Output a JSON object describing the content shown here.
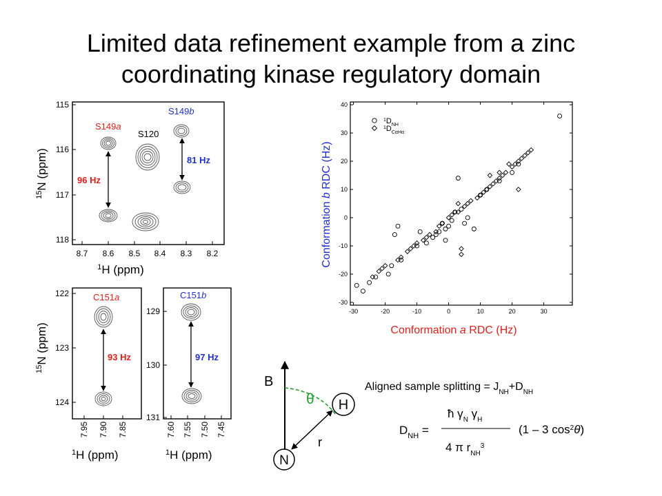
{
  "slide": {
    "title_line1": "Limited data refinement example from a zinc",
    "title_line2": "coordinating kinase regulatory domain"
  },
  "colors": {
    "red": "#e0201b",
    "blue": "#1f2fd0",
    "green": "#1e9e2a",
    "contour": "#555555"
  },
  "spectrum_top": {
    "y_ticks": [
      "115",
      "116",
      "117",
      "118"
    ],
    "x_ticks": [
      "8.7",
      "8.6",
      "8.5",
      "8.4",
      "8.3",
      "8.2"
    ],
    "y_label_sup": "15",
    "y_label_text": "N (ppm)",
    "x_label_sup": "1",
    "x_label_text": "H (ppm)",
    "peak_s149a": "S149",
    "peak_s149a_suffix": "a",
    "peak_s120": "S120",
    "peak_s149b": "S149",
    "peak_s149b_suffix": "b",
    "splitting_red": "96 Hz",
    "splitting_blue": "81 Hz"
  },
  "spectrum_c151a": {
    "y_ticks": [
      "122",
      "123",
      "124"
    ],
    "x_ticks": [
      "7.95",
      "7.90",
      "7.85"
    ],
    "y_label_sup": "15",
    "y_label_text": "N (ppm)",
    "x_label_sup": "1",
    "x_label_text": "H (ppm)",
    "peak": "C151",
    "peak_suffix": "a",
    "splitting": "93 Hz"
  },
  "spectrum_c151b": {
    "y_ticks": [
      "129",
      "130",
      "131"
    ],
    "x_ticks": [
      "7.60",
      "7.55",
      "7.50",
      "7.45"
    ],
    "x_label_sup": "1",
    "x_label_text": "H (ppm)",
    "peak": "C151",
    "peak_suffix": "b",
    "splitting": "97 Hz"
  },
  "rdc_plot": {
    "x_ticks": [
      "-30",
      "-20",
      "-10",
      "0",
      "10",
      "20",
      "30"
    ],
    "y_ticks": [
      "40",
      "30",
      "20",
      "10",
      "0",
      "-10",
      "-20",
      "-30"
    ],
    "xlabel_pre": "Conformation ",
    "xlabel_italic": "a",
    "xlabel_post": " RDC (Hz)",
    "ylabel_pre": "Conformation ",
    "ylabel_italic": "b",
    "ylabel_post": " RDC (Hz)",
    "legend_nh_sup": "1",
    "legend_nh_main": "D",
    "legend_nh_sub": "NH",
    "legend_ca_sup": "1",
    "legend_ca_main": "D",
    "legend_ca_sub": "CαHα"
  },
  "chart_data": {
    "type": "scatter",
    "xlim": [
      -31,
      39
    ],
    "ylim": [
      -31,
      41
    ],
    "grid": false,
    "legend_placement": "top-left",
    "series": [
      {
        "name": "1D NH",
        "marker": "circle",
        "points": [
          [
            -29,
            -24
          ],
          [
            -27,
            -26
          ],
          [
            -25,
            -23
          ],
          [
            -23,
            -21
          ],
          [
            -19,
            -20
          ],
          [
            -18,
            -17
          ],
          [
            -17,
            -6
          ],
          [
            -16,
            -3
          ],
          [
            -15,
            -15
          ],
          [
            -10,
            -10
          ],
          [
            -9,
            -5
          ],
          [
            -7,
            -9
          ],
          [
            -5,
            -7
          ],
          [
            -4,
            -6
          ],
          [
            -3,
            -5
          ],
          [
            -2,
            -2
          ],
          [
            -1,
            -4
          ],
          [
            -1,
            -8
          ],
          [
            0,
            -3
          ],
          [
            1,
            -1
          ],
          [
            2,
            2
          ],
          [
            3,
            14
          ],
          [
            4,
            3
          ],
          [
            5,
            -2
          ],
          [
            6,
            0
          ],
          [
            8,
            -4
          ],
          [
            10,
            8
          ],
          [
            12,
            10
          ],
          [
            16,
            13
          ],
          [
            20,
            16
          ],
          [
            22,
            19
          ],
          [
            35,
            36
          ]
        ]
      },
      {
        "name": "1D CαHα",
        "marker": "diamond",
        "points": [
          [
            -24,
            -21
          ],
          [
            -22,
            -19
          ],
          [
            -21,
            -18
          ],
          [
            -20,
            -17
          ],
          [
            -16,
            -15
          ],
          [
            -15,
            -14
          ],
          [
            -13,
            -12
          ],
          [
            -12,
            -11
          ],
          [
            -11,
            -10
          ],
          [
            -10,
            -9
          ],
          [
            -8,
            -8
          ],
          [
            -7,
            -7
          ],
          [
            -6,
            -6
          ],
          [
            -4,
            -5
          ],
          [
            -3,
            -3
          ],
          [
            -2,
            -2
          ],
          [
            0,
            0
          ],
          [
            1,
            1
          ],
          [
            2,
            2
          ],
          [
            3,
            2
          ],
          [
            4,
            -11
          ],
          [
            4,
            -13
          ],
          [
            5,
            4
          ],
          [
            6,
            5
          ],
          [
            7,
            6
          ],
          [
            9,
            7
          ],
          [
            10,
            8
          ],
          [
            11,
            9
          ],
          [
            12,
            10
          ],
          [
            13,
            11
          ],
          [
            14,
            12
          ],
          [
            15,
            13
          ],
          [
            16,
            14
          ],
          [
            17,
            15
          ],
          [
            18,
            16
          ],
          [
            20,
            18
          ],
          [
            21,
            19
          ],
          [
            22,
            20
          ],
          [
            23,
            21
          ],
          [
            24,
            22
          ],
          [
            25,
            23
          ],
          [
            26,
            24
          ],
          [
            22,
            10
          ],
          [
            19,
            19
          ],
          [
            16,
            16
          ],
          [
            13,
            15
          ],
          [
            3,
            5
          ]
        ]
      }
    ]
  },
  "diagram": {
    "b_label": "B",
    "theta_label": "θ",
    "h_label": "H",
    "n_label": "N",
    "r_label": "r"
  },
  "equations": {
    "aligned_pre": "Aligned sample splitting = J",
    "aligned_sub1": "NH",
    "aligned_plus": "+D",
    "aligned_sub2": "NH",
    "dnh_main": "D",
    "dnh_sub": "NH",
    "equals": " =",
    "numerator": "ħ γ",
    "num_sub_n": "N",
    "num_gamma2": " γ",
    "num_sub_h": "H",
    "denominator": "4  π  r",
    "den_sub": "NH",
    "den_sup": "3",
    "angular": "(1 – 3 cos",
    "angular_sup": "2",
    "angular_theta": "θ",
    "angular_close": ")"
  }
}
